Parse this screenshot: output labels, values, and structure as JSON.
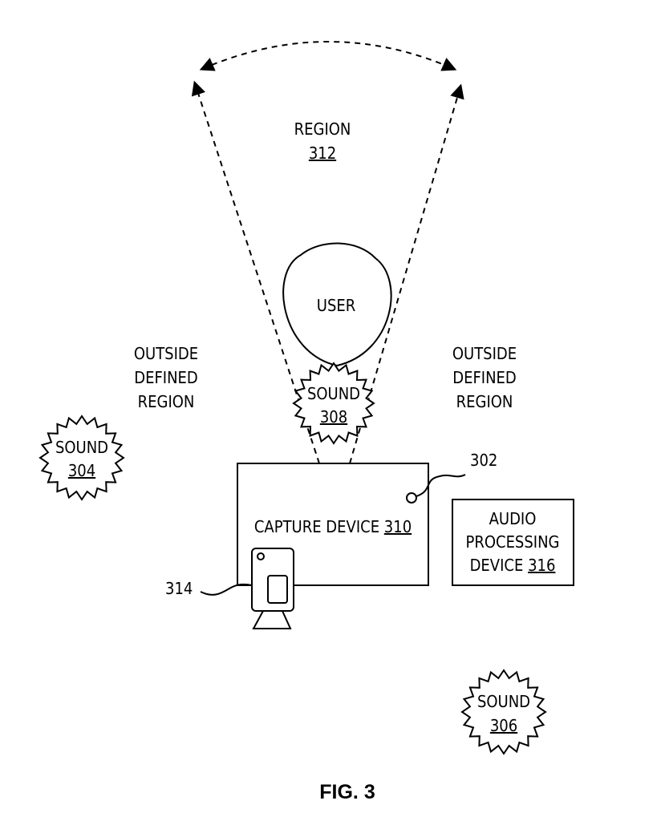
{
  "region": {
    "label": "REGION",
    "ref": "312"
  },
  "user": {
    "label": "USER"
  },
  "outside_left": {
    "line1": "OUTSIDE",
    "line2": "DEFINED",
    "line3": "REGION"
  },
  "outside_right": {
    "line1": "OUTSIDE",
    "line2": "DEFINED",
    "line3": "REGION"
  },
  "sound_308": {
    "label": "SOUND",
    "ref": "308"
  },
  "sound_304": {
    "label": "SOUND",
    "ref": "304"
  },
  "sound_306": {
    "label": "SOUND",
    "ref": "306"
  },
  "capture_device": {
    "label": "CAPTURE DEVICE ",
    "ref": "310"
  },
  "microphone_ref": "302",
  "camera_ref": "314",
  "audio_processing": {
    "line1": "AUDIO",
    "line2": "PROCESSING",
    "line3": "DEVICE ",
    "ref": "316"
  },
  "figure_label": "FIG. 3"
}
